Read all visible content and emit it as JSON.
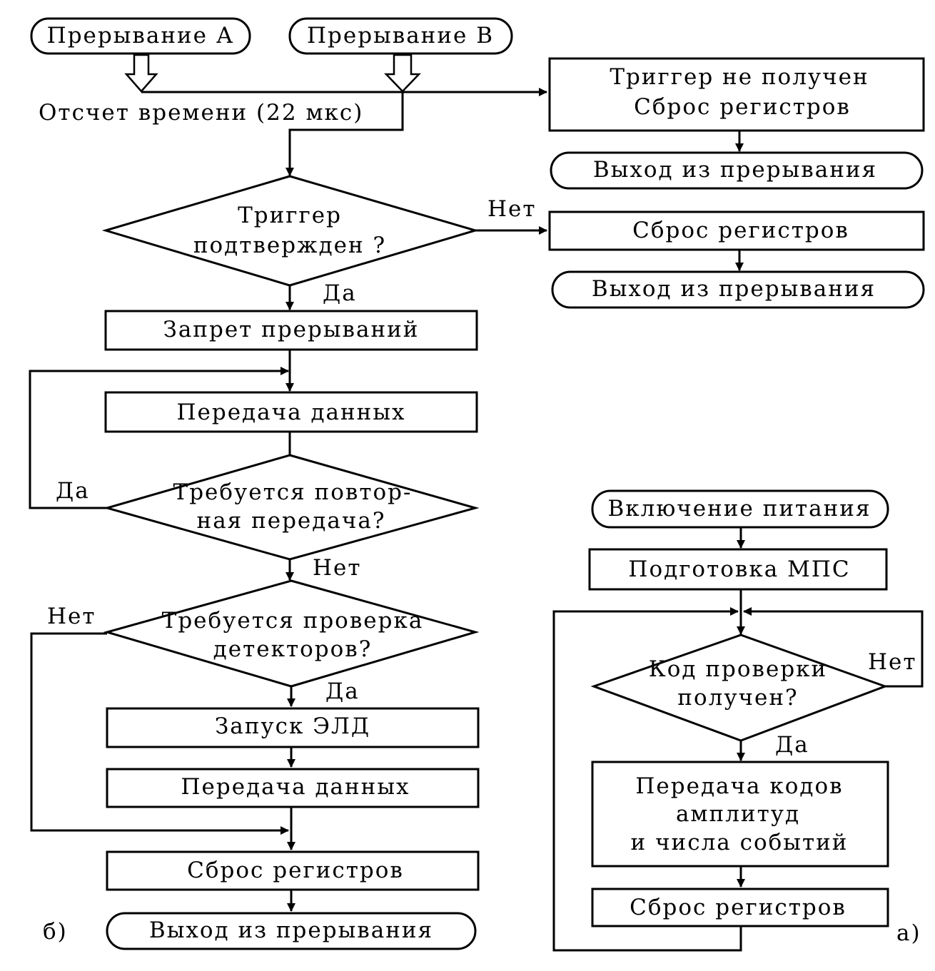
{
  "colors": {
    "stroke": "#000000",
    "background": "#ffffff"
  },
  "interrupt": {
    "start_a": "Прерывание А",
    "start_b": "Прерывание В",
    "timer": "Отсчет времени (22 мкс)",
    "no_trigger_line1": "Триггер не получен",
    "no_trigger_line2": "Сброс регистров",
    "exit_1": "Выход из прерывания",
    "trigger_q_line1": "Триггер",
    "trigger_q_line2": "подтвержден ?",
    "label_no_1": "Нет",
    "label_yes_1": "Да",
    "reset_2": "Сброс регистров",
    "exit_2": "Выход из прерывания",
    "disable_irq": "Запрет прерываний",
    "transfer_1": "Передача данных",
    "repeat_q_line1": "Требуется повтор-",
    "repeat_q_line2": "ная передача?",
    "label_yes_2": "Да",
    "label_no_2": "Нет",
    "check_q_line1": "Требуется проверка",
    "check_q_line2": "детекторов?",
    "label_no_3": "Нет",
    "label_yes_3": "Да",
    "start_eld": "Запуск ЭЛД",
    "transfer_2": "Передача данных",
    "reset_3": "Сброс регистров",
    "exit_3": "Выход из прерывания",
    "panel_label": "б)"
  },
  "main": {
    "power_on": "Включение питания",
    "prepare": "Подготовка МПС",
    "code_q_line1": "Код проверки",
    "code_q_line2": "получен?",
    "label_no": "Нет",
    "label_yes": "Да",
    "send_line1": "Передача кодов",
    "send_line2": "амплитуд",
    "send_line3": "и числа событий",
    "reset": "Сброс регистров",
    "panel_label": "а)"
  }
}
